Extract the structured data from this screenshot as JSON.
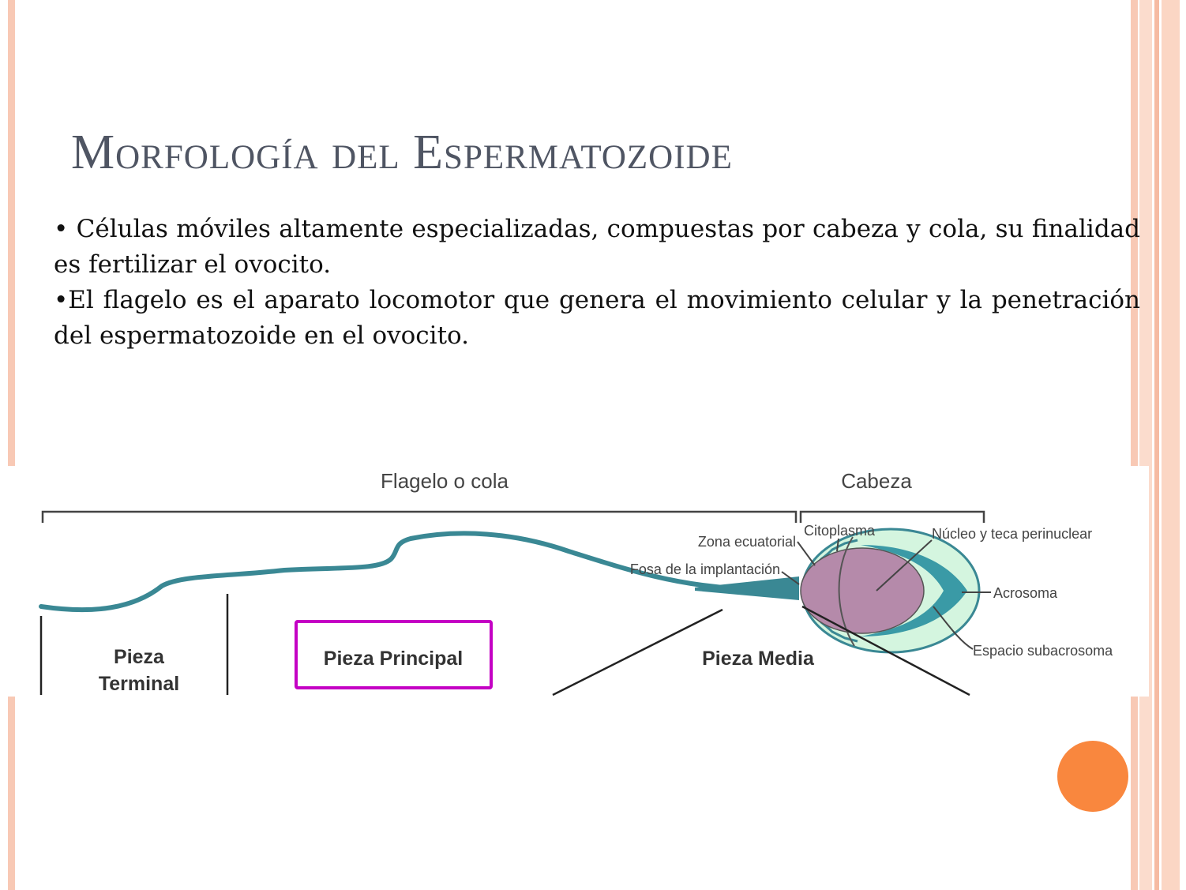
{
  "slide": {
    "title": "Morfología del Espermatozoide",
    "bullets": [
      "• Células móviles altamente especializadas, compuestas por cabeza y cola, su finalidad es fertilizar el ovocito.",
      "•El flagelo es el aparato locomotor que genera el movimiento celular y la penetración del espermatozoide en el ovocito."
    ]
  },
  "diagram": {
    "labels": {
      "flagelo": "Flagelo o cola",
      "cabeza": "Cabeza",
      "zona_ecuatorial": "Zona ecuatorial",
      "citoplasma": "Citoplasma",
      "nucleo": "Núcleo y teca perinuclear",
      "fosa": "Fosa de la implantación",
      "acrosoma": "Acrosoma",
      "espacio": "Espacio subacrosoma",
      "pieza_terminal_1": "Pieza",
      "pieza_terminal_2": "Terminal",
      "pieza_principal": "Pieza Principal",
      "pieza_media": "Pieza Media"
    },
    "colors": {
      "flagellum": "#3a8894",
      "nucleus": "#b58aaa",
      "cytoplasm": "#d4f5df",
      "acrosome": "#3a9aa6",
      "highlight": "#c400c4",
      "label": "#444444"
    }
  },
  "decor": {
    "accent_color": "#f9873e",
    "frame_color": "#f8c9b5"
  }
}
